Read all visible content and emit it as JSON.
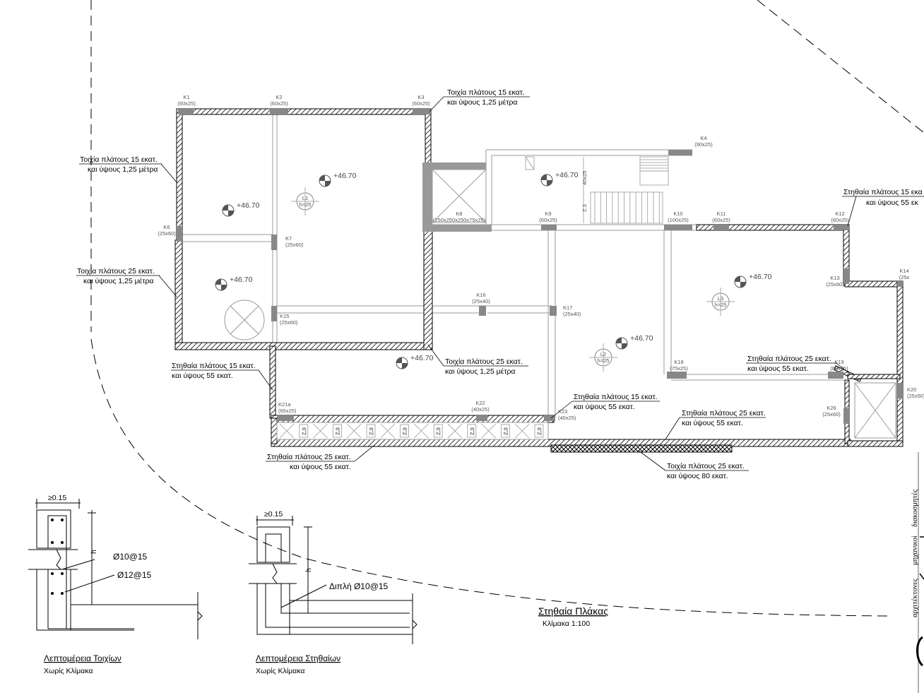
{
  "annotations": [
    {
      "id": "a1a",
      "text": "Τοιχία πλάτους 15 εκατ."
    },
    {
      "id": "a1b",
      "text": "και ύψους 1,25 μέτρα"
    },
    {
      "id": "a2a",
      "text": "Τοιχία πλάτους 15 εκατ."
    },
    {
      "id": "a2b",
      "text": "και ύψους 1,25 μέτρα"
    },
    {
      "id": "a3a",
      "text": "Τοιχία πλάτους 25 εκατ."
    },
    {
      "id": "a3b",
      "text": "και ύψους 1,25 μέτρα"
    },
    {
      "id": "a4a",
      "text": "Τοιχία πλάτους 25 εκατ."
    },
    {
      "id": "a4b",
      "text": "και ύψους 1,25 μέτρα"
    },
    {
      "id": "a5a",
      "text": "Στηθαία πλάτους 15 εκατ."
    },
    {
      "id": "a5b",
      "text": "και ύψους 55 εκατ."
    },
    {
      "id": "a6a",
      "text": "Στηθαία πλάτους 15 εκατ."
    },
    {
      "id": "a6b",
      "text": "και ύψους 55 εκατ."
    },
    {
      "id": "a7a",
      "text": "Στηθαία πλάτους 25 εκατ."
    },
    {
      "id": "a7b",
      "text": "και ύψους 55 εκατ."
    },
    {
      "id": "a8a",
      "text": "Στηθαία πλάτους 25 εκατ."
    },
    {
      "id": "a8b",
      "text": "και ύψους 55 εκατ."
    },
    {
      "id": "a9a",
      "text": "Στηθαία πλάτους 25 εκατ."
    },
    {
      "id": "a9b",
      "text": "και ύψους 55 εκατ."
    },
    {
      "id": "a10a",
      "text": "Τοιχία πλάτους 25 εκατ."
    },
    {
      "id": "a10b",
      "text": "και ύψους 80 εκατ."
    },
    {
      "id": "a11a",
      "text": "Στηθαία πλάτους 15 εκα"
    },
    {
      "id": "a11b",
      "text": "και ύψους 55 εκ"
    }
  ],
  "columns": [
    {
      "id": "K1",
      "name": "K1",
      "size": "(60x25)"
    },
    {
      "id": "K2",
      "name": "K2",
      "size": "(60x25)"
    },
    {
      "id": "K3",
      "name": "K3",
      "size": "(60x25)"
    },
    {
      "id": "K4",
      "name": "K4",
      "size": "(90x25)"
    },
    {
      "id": "K6",
      "name": "K6",
      "size": "(25x60)"
    },
    {
      "id": "K7",
      "name": "K7",
      "size": "(25x60)"
    },
    {
      "id": "K8",
      "name": "K8",
      "size": "(250x250x250x75x25)"
    },
    {
      "id": "K9",
      "name": "K9",
      "size": "(60x25)"
    },
    {
      "id": "K10",
      "name": "K10",
      "size": "(100x25)"
    },
    {
      "id": "K11",
      "name": "K11",
      "size": "(60x25)"
    },
    {
      "id": "K12",
      "name": "K12",
      "size": "(60x25)"
    },
    {
      "id": "K13",
      "name": "K13",
      "size": "(25x60)"
    },
    {
      "id": "K14",
      "name": "K14",
      "size": "(25x"
    },
    {
      "id": "K15",
      "name": "K15",
      "size": "(25x60)"
    },
    {
      "id": "K16",
      "name": "K16",
      "size": "(25x40)"
    },
    {
      "id": "K17",
      "name": "K17",
      "size": "(25x40)"
    },
    {
      "id": "K18",
      "name": "K18",
      "size": "(75x25)"
    },
    {
      "id": "K19",
      "name": "K19",
      "size": "(60x25)"
    },
    {
      "id": "K20",
      "name": "K20",
      "size": "(25x50)"
    },
    {
      "id": "K21a",
      "name": "K21a",
      "size": "(65x25)"
    },
    {
      "id": "K22",
      "name": "K22",
      "size": "(40x25)"
    },
    {
      "id": "K23",
      "name": "K23",
      "size": "(40x25)"
    },
    {
      "id": "K26",
      "name": "K26",
      "size": "(25x60)"
    }
  ],
  "levels": {
    "value": "+46.70"
  },
  "slabs": [
    {
      "name": "L1",
      "h": "h=25"
    },
    {
      "name": "L2",
      "h": "h=25"
    },
    {
      "name": "L3",
      "h": "h=25"
    }
  ],
  "stair": {
    "label": "Z.3",
    "dim": "40x25"
  },
  "ze_label": "Z.3",
  "details": [
    {
      "title": "Λεπτομέρεια Τοιχίων",
      "subtitle": "Χωρίς Κλίμακα",
      "width": "≥0.15",
      "h": "h",
      "rebar1": "Ø10@15",
      "rebar2": "Ø12@15"
    },
    {
      "title": "Λεπτομέρεια Στηθαίων",
      "subtitle": "Χωρίς Κλίμακα",
      "width": "≥0.15",
      "h": "h",
      "rebar1": "Διπλή Ø10@15"
    }
  ],
  "plan_title": "Στηθαία Πλάκας",
  "plan_scale": "Κλίμακα 1:100",
  "title_block": {
    "line1": "αρχιτέκτονες",
    "line2": "μηχανικοί",
    "line3": "διακοσμητές"
  }
}
